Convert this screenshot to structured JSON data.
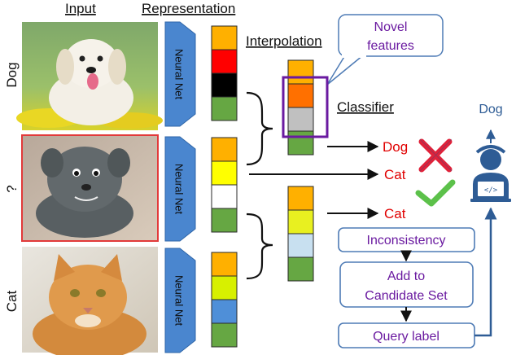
{
  "headers": {
    "input": "Input",
    "representation": "Representation",
    "interpolation": "Interpolation",
    "classifier": "Classifier"
  },
  "rows": [
    {
      "label": "Dog",
      "label_color": "#111111",
      "net_label": "Neural Net",
      "features": [
        "#ffb000",
        "#ff0000",
        "#000000",
        "#66a743"
      ]
    },
    {
      "label": "?",
      "label_color": "#e00000",
      "net_label": "Neural Net",
      "features": [
        "#ffb000",
        "#ffff00",
        "#ffffff",
        "#66a743"
      ]
    },
    {
      "label": "Cat",
      "label_color": "#111111",
      "net_label": "Neural Net",
      "features": [
        "#ffb000",
        "#d7f000",
        "#4f8fd8",
        "#66a743"
      ]
    }
  ],
  "interp_top": [
    "#ffb000",
    "#ff7000",
    "#c0c0c0",
    "#66a743"
  ],
  "interp_bottom": [
    "#ffb000",
    "#e8f020",
    "#c8e0f0",
    "#66a743"
  ],
  "predictions": {
    "p1": "Dog",
    "p2": "Cat",
    "p3": "Cat"
  },
  "callout": {
    "line1": "Novel",
    "line2": "features"
  },
  "flow": {
    "step1": "Inconsistency",
    "step2_line1": "Add to",
    "step2_line2": "Candidate Set",
    "step3": "Query label"
  },
  "user": {
    "answer": "Dog"
  },
  "colors": {
    "net_blue": "#4a86cf",
    "purple": "#6a1aa0",
    "red": "#e00000",
    "green": "#5cc14a",
    "cross": "#e0223a",
    "navy": "#2e5c95",
    "flow_border": "#4e7bb5"
  },
  "icons": [
    "dog-photo",
    "puppy-photo",
    "cat-photo",
    "red-cross-icon",
    "green-check-icon",
    "user-laptop-icon",
    "code-icon"
  ]
}
